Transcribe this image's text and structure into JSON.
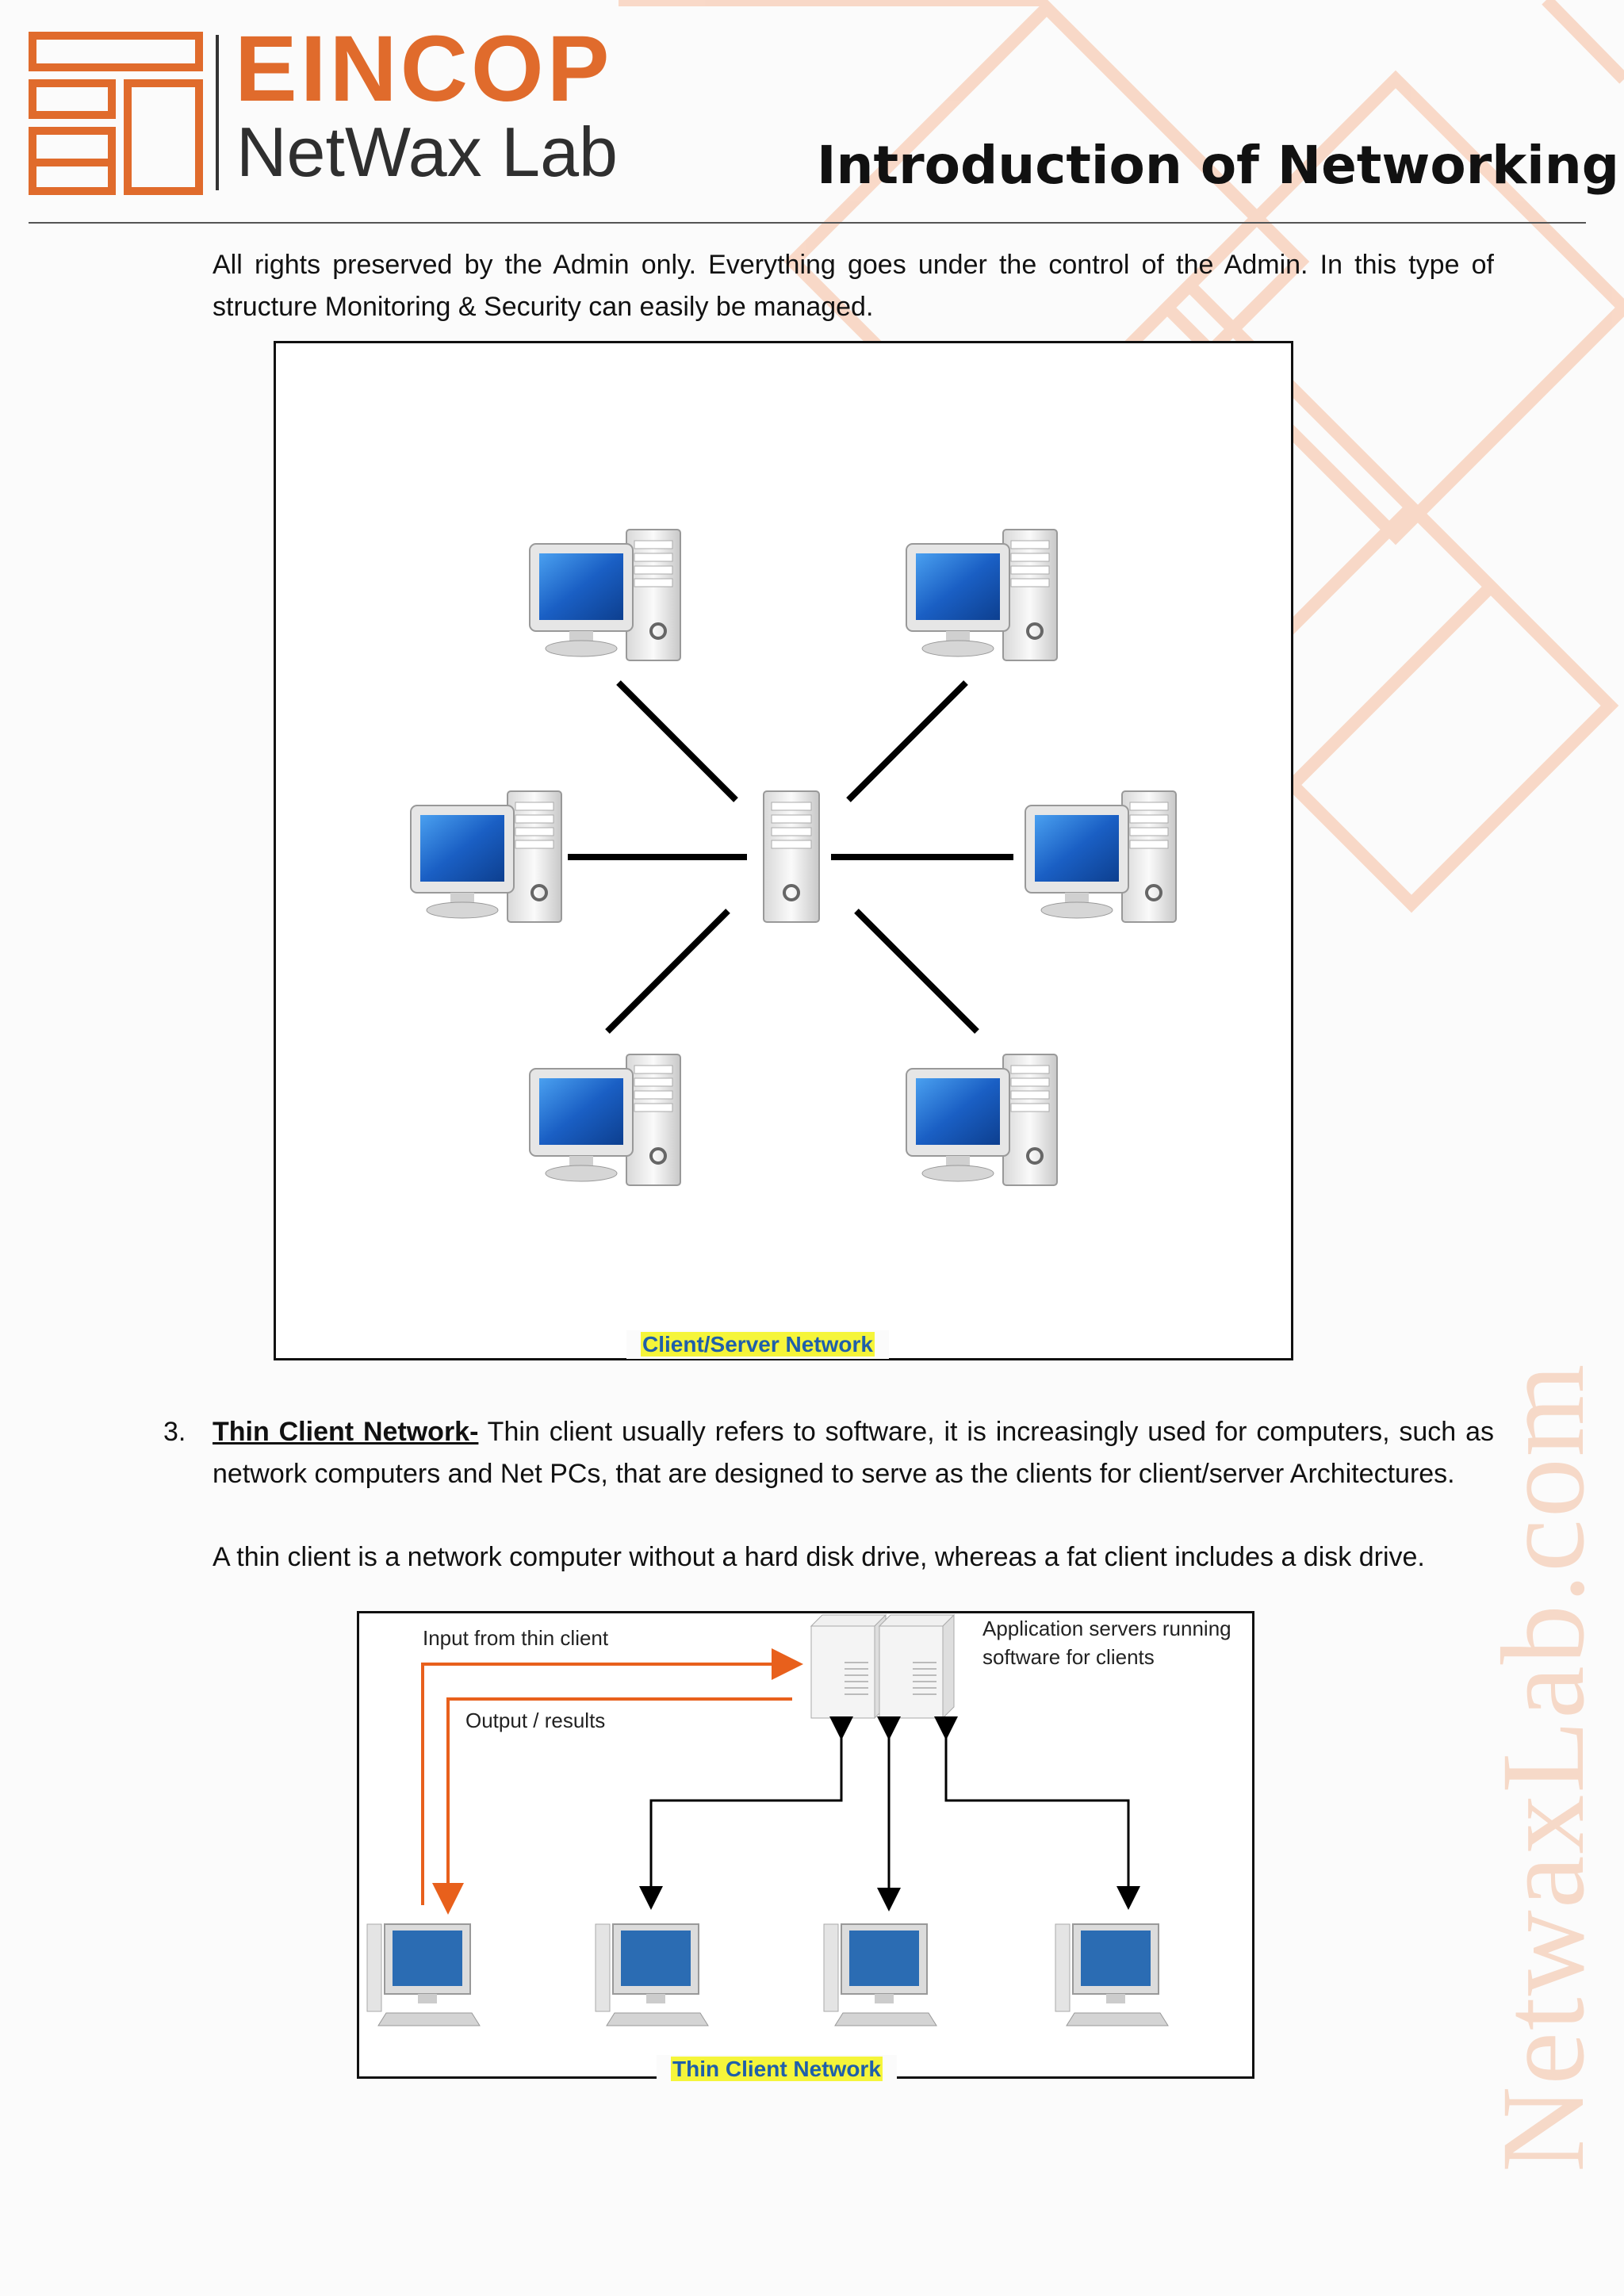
{
  "header": {
    "brand_top": "EINCOP",
    "brand_bottom": "NetWax Lab",
    "title": "Introduction of Networking"
  },
  "watermark": {
    "text": "NetwaxLab.com"
  },
  "intro": {
    "paragraph": "All rights preserved by the Admin only. Everything goes under the control of the Admin. In this type of structure Monitoring & Security can easily be managed."
  },
  "figure_client_server": {
    "caption": "Client/Server Network"
  },
  "section3": {
    "number": "3.",
    "heading": "Thin Client Network-",
    "text": " Thin client usually refers to software, it is increasingly used for computers, such as network computers and Net PCs, that are designed to serve as the clients for client/server Architectures.",
    "paragraph2": "A thin client is a network computer without a hard disk drive, whereas a fat client includes a disk drive."
  },
  "figure_thin_client": {
    "label_input": "Input from thin client",
    "label_output": "Output / results",
    "label_servers_line1": "Application servers running",
    "label_servers_line2": "software for clients",
    "caption": "Thin  Client  Network"
  },
  "colors": {
    "brand_orange": "#e06b2c",
    "arrow_orange": "#e8601c",
    "caption_highlight": "#f5f53a",
    "caption_text": "#1f5faa",
    "monitor_screen": "#1a5fc4"
  }
}
